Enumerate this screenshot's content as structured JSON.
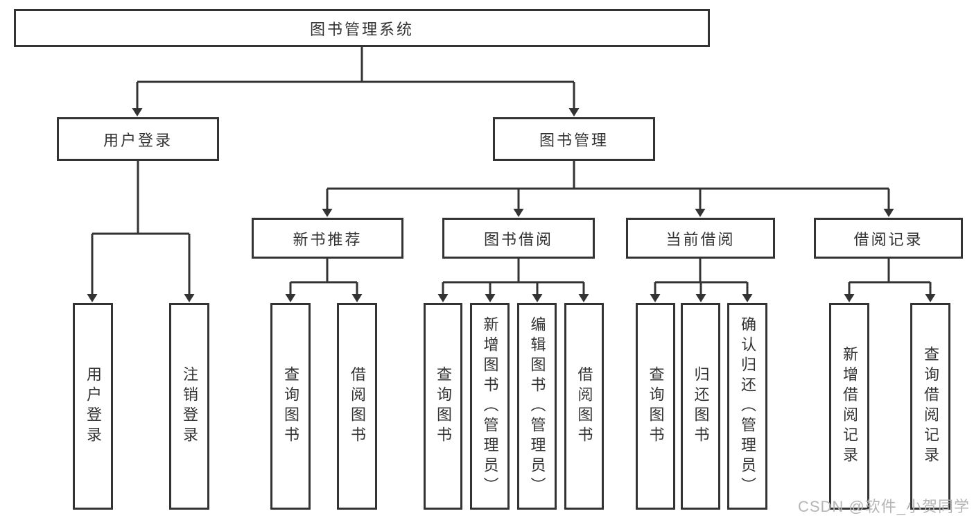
{
  "root": {
    "label": "图书管理系统"
  },
  "branches": {
    "user_login": {
      "label": "用户登录",
      "children": [
        {
          "label": "用户登录"
        },
        {
          "label": "注销登录"
        }
      ]
    },
    "book_mgmt": {
      "label": "图书管理",
      "children": [
        {
          "label": "新书推荐",
          "children": [
            {
              "label": "查询图书"
            },
            {
              "label": "借阅图书"
            }
          ]
        },
        {
          "label": "图书借阅",
          "children": [
            {
              "label": "查询图书"
            },
            {
              "label": "新增图书（管理员）"
            },
            {
              "label": "编辑图书（管理员）"
            },
            {
              "label": "借阅图书"
            }
          ]
        },
        {
          "label": "当前借阅",
          "children": [
            {
              "label": "查询图书"
            },
            {
              "label": "归还图书"
            },
            {
              "label": "确认归还（管理员）"
            }
          ]
        },
        {
          "label": "借阅记录",
          "children": [
            {
              "label": "新增借阅记录"
            },
            {
              "label": "查询借阅记录"
            }
          ]
        }
      ]
    }
  },
  "watermark": "CSDN @软件_小贺同学",
  "colors": {
    "line": "#333333",
    "text": "#333333",
    "box_background": "#ffffff",
    "watermark": "#b5b5b5"
  }
}
